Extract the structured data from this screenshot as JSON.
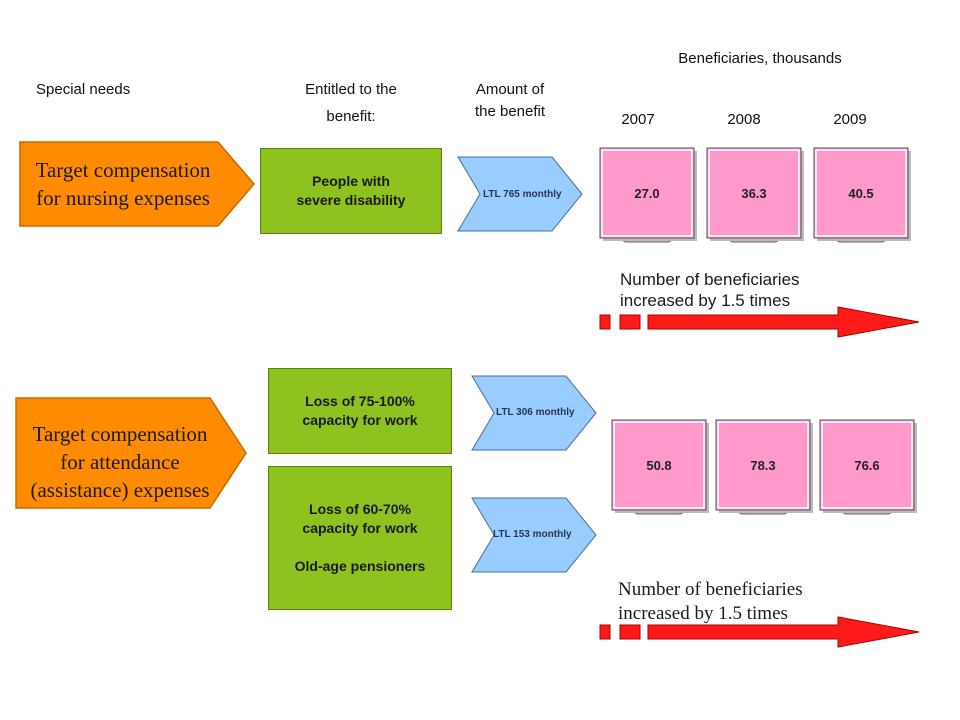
{
  "headers": {
    "special_needs": "Special needs",
    "entitled_line1": "Entitled to the",
    "entitled_line2": "benefit:",
    "amount_line1": "Amount of",
    "amount_line2": "the benefit",
    "beneficiaries": "Beneficiaries, thousands",
    "years": [
      "2007",
      "2008",
      "2009"
    ]
  },
  "rows": {
    "nursing": {
      "need_line1": "Target compensation",
      "need_line2": "for nursing expenses",
      "entitled_line1": "People with",
      "entitled_line2": "severe disability",
      "amount": "LTL 765 monthly",
      "values": [
        "27.0",
        "36.3",
        "40.5"
      ],
      "note_line1": "Number of beneficiaries",
      "note_line2": "increased by 1.5 times"
    },
    "attendance": {
      "need_line1": "Target compensation",
      "need_line2": "for attendance",
      "need_line3": "(assistance) expenses",
      "entitled_a_line1": "Loss of 75-100%",
      "entitled_a_line2": "capacity for work",
      "entitled_b_line1": "Loss of 60-70%",
      "entitled_b_line2": "capacity for work",
      "entitled_b_line3": "Old-age pensioners",
      "amount_a": "LTL 306 monthly",
      "amount_b": "LTL 153 monthly",
      "values": [
        "50.8",
        "78.3",
        "76.6"
      ],
      "note_line1": "Number of beneficiaries",
      "note_line2": "increased by 1.5 times"
    }
  },
  "colors": {
    "orange": "#ff8c00",
    "green": "#8dc21f",
    "light_blue": "#99ccff",
    "pink": "#ff99cc",
    "red": "#ff1a1a"
  }
}
